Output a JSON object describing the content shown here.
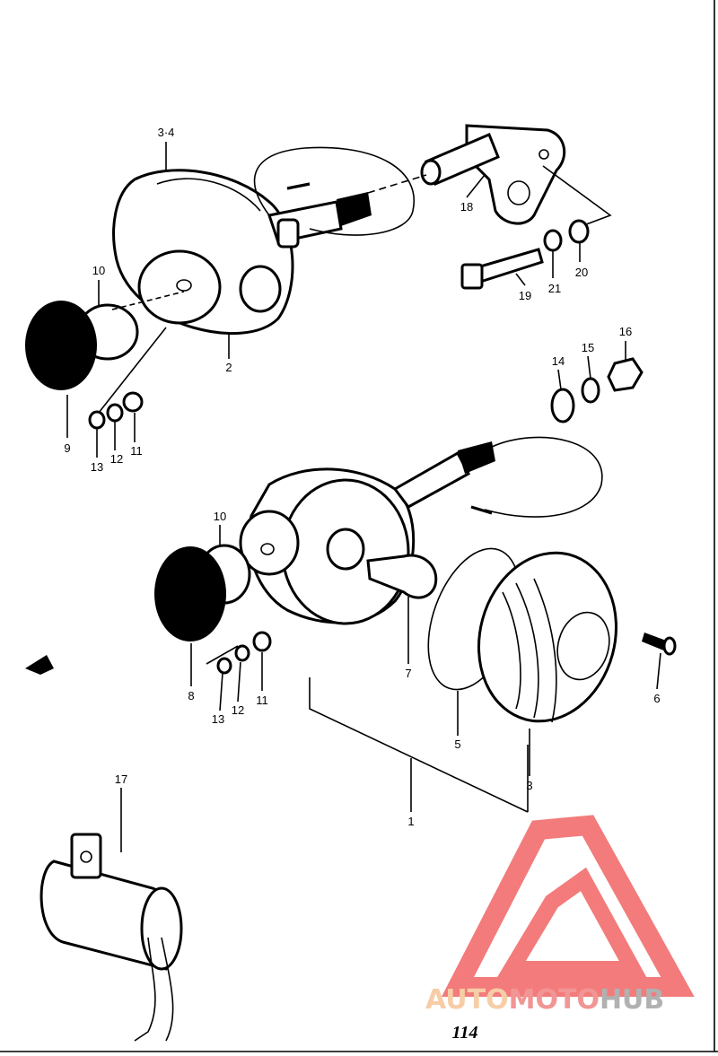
{
  "callouts": {
    "c34": "3·4",
    "c18": "18",
    "c10a": "10",
    "c19": "19",
    "c21": "21",
    "c20": "20",
    "c16": "16",
    "c15": "15",
    "c14": "14",
    "c2": "2",
    "c9": "9",
    "c13a": "13",
    "c12a": "12",
    "c11a": "11",
    "c10b": "10",
    "c8": "8",
    "c13b": "13",
    "c12b": "12",
    "c11b": "11",
    "c7": "7",
    "c6": "6",
    "c5": "5",
    "c3": "3",
    "c1": "1",
    "c17": "17"
  },
  "page_number": "114",
  "watermark": {
    "part1": "AUTO",
    "part2": "MOTO",
    "part3": "HUB",
    "color1": "#f7c89e",
    "color2": "#f08a8a",
    "color3": "#a9a9a9",
    "logo_color": "#f26d6d"
  }
}
